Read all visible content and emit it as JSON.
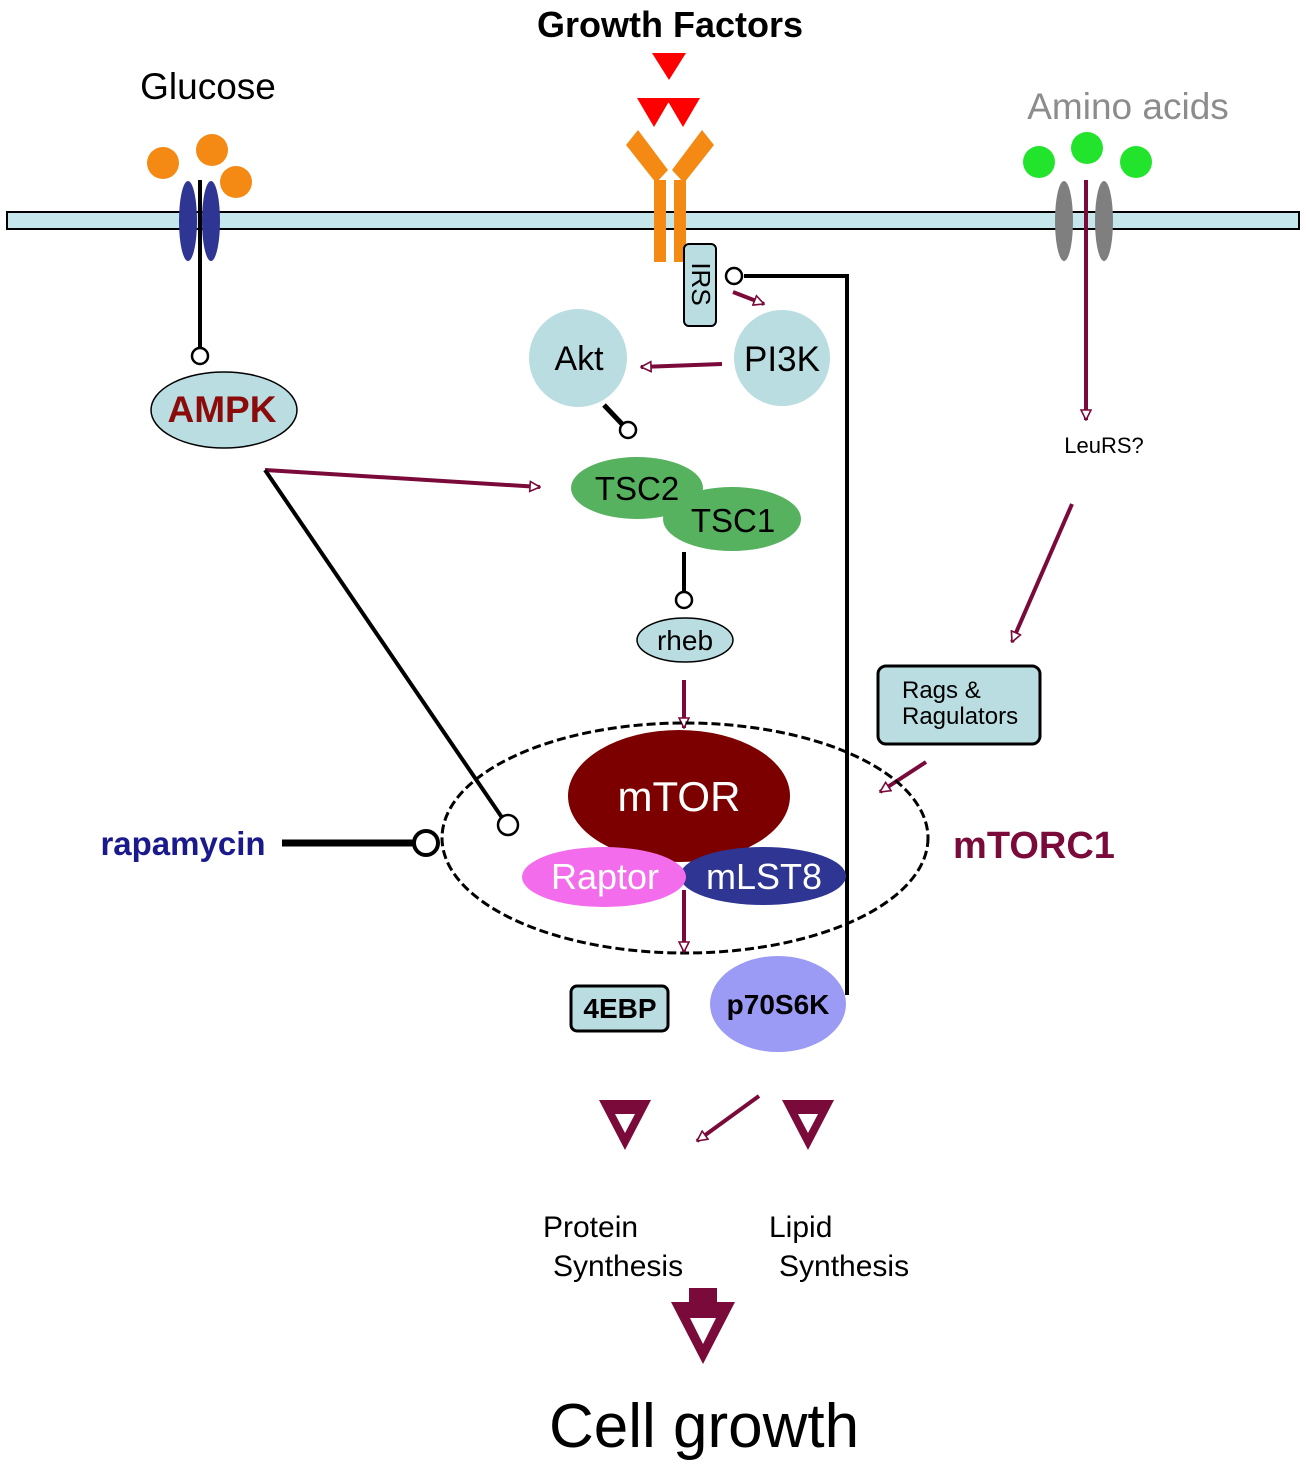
{
  "labels": {
    "growth_factors": "Growth Factors",
    "glucose": "Glucose",
    "amino_acids": "Amino acids",
    "irs": "IRS",
    "akt": "Akt",
    "pi3k": "PI3K",
    "ampk": "AMPK",
    "leurs": "LeuRS?",
    "tsc2": "TSC2",
    "tsc1": "TSC1",
    "rheb": "rheb",
    "rags_line1": "Rags &",
    "rags_line2": "Ragulators",
    "mtor": "mTOR",
    "raptor": "Raptor",
    "mlst8": "mLST8",
    "mtorc1": "mTORC1",
    "rapamycin": "rapamycin",
    "four_ebp": "4EBP",
    "p70s6k": "p70S6K",
    "protein_line1": "Protein",
    "protein_line2": "Synthesis",
    "lipid_line1": "Lipid",
    "lipid_line2": "Synthesis",
    "cell_growth": "Cell growth"
  },
  "colors": {
    "membrane": "#c5e6ea",
    "node_fill": "#b9dde1",
    "arrow": "#7a0a3a",
    "inhibit": "#000000",
    "tsc": "#56b25f",
    "mtor": "#7d0000",
    "raptor": "#f36cec",
    "mlst8": "#2f3592",
    "p70s6k": "#9b9bf6",
    "glucose": "#f48a14",
    "growth_factor": "#ff0000",
    "receptor": "#f48a14",
    "amino_acid": "#22e42c",
    "glucose_transporter": "#2f3592",
    "amino_transporter": "#7f7f7f",
    "ampk_text": "#8b0a0a",
    "mtorc1_text": "#7a0a3a",
    "rapamycin_text": "#1a1a8c"
  }
}
